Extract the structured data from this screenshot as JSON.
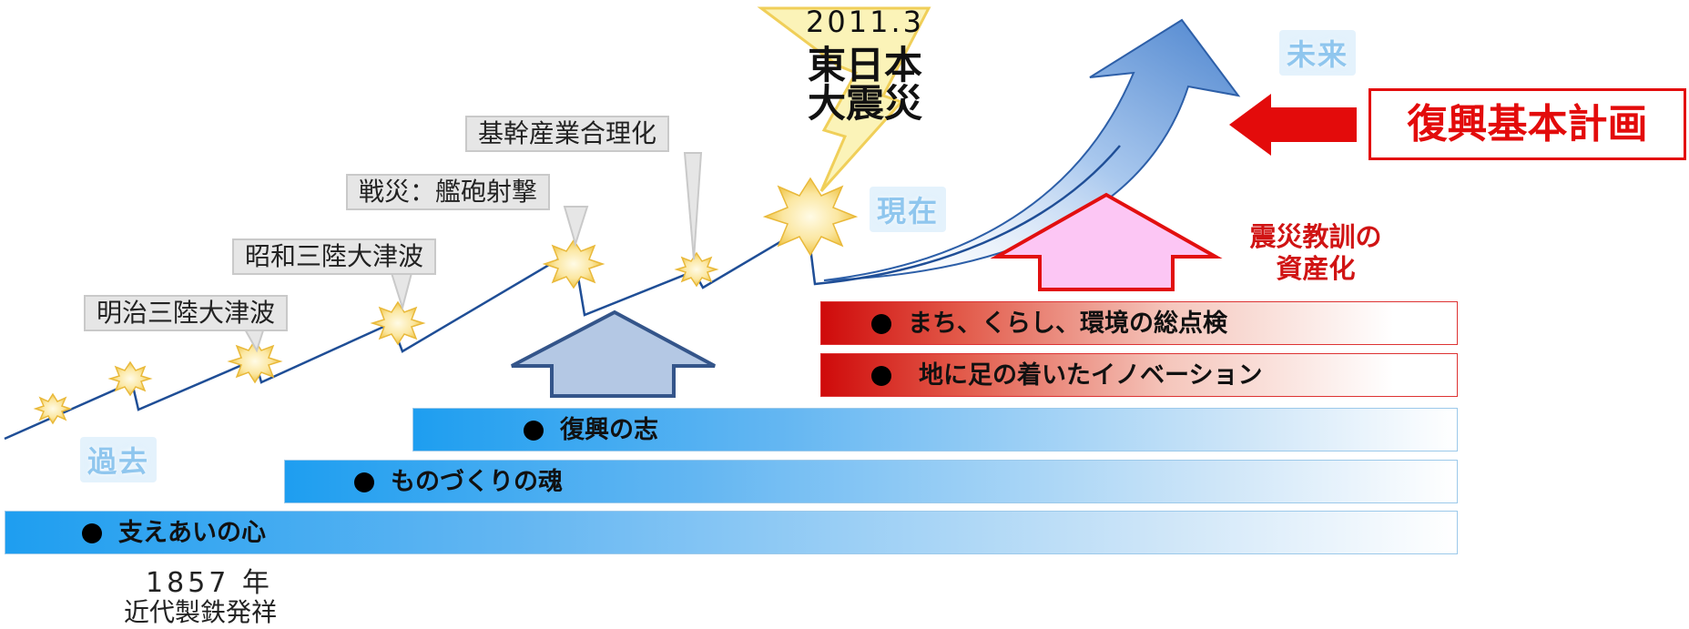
{
  "event": {
    "date": "2011.3",
    "line1": "東日本",
    "line2": "大震災"
  },
  "callouts": {
    "kikan": "基幹産業合理化",
    "sensai": "戦災：艦砲射撃",
    "showa": "昭和三陸大津波",
    "meiji": "明治三陸大津波"
  },
  "eras": {
    "past": "過去",
    "present": "現在",
    "future": "未来"
  },
  "plan": "復興基本計画",
  "lesson": {
    "line1": "震災教訓の",
    "line2": "資産化"
  },
  "bars": {
    "sasaeai": "支えあいの心",
    "monozukuri": "ものづくりの魂",
    "fukko": "復興の志",
    "machi": "まち、くらし、環境の総点検",
    "innovation": "地に足の着いたイノベーション"
  },
  "origin": {
    "year": "1857 年",
    "label": "近代製鉄発祥"
  },
  "colors": {
    "blue": "#1e9ef0",
    "red": "#e30b0b",
    "line": "#1f4e96",
    "star": "#f3c84a"
  }
}
